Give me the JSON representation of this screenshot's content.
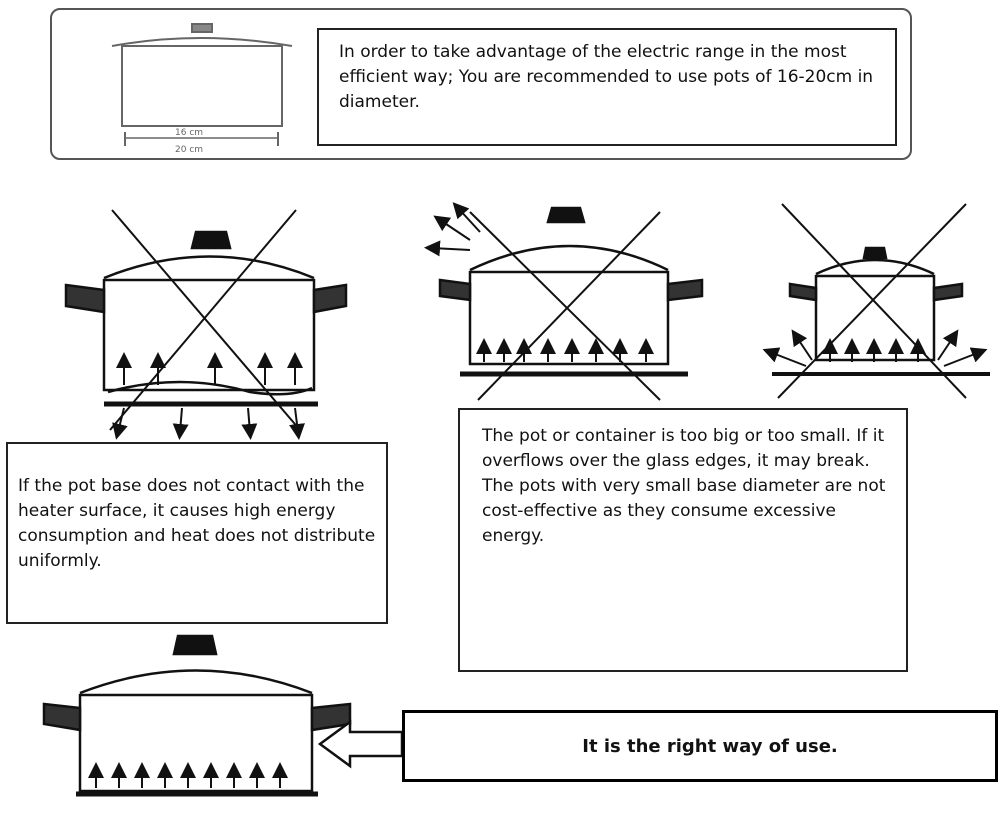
{
  "recommendation": {
    "text": "In order to take advantage of the electric range in the most efficient way; You are recommended to use pots of 16-20cm in diameter.",
    "dim_inner": "16 cm",
    "dim_outer": "20 cm"
  },
  "no_contact_note": {
    "text": "If the pot base does not contact with the heater surface, it causes high energy consumption and heat does not distribute uniformly."
  },
  "size_note": {
    "text": "The pot or container is too big or too small. If it overflows over the glass edges, it may break. The pots with very small base diameter are not cost-effective as they consume excessive energy."
  },
  "right_way": {
    "text": "It is the right way of use."
  }
}
